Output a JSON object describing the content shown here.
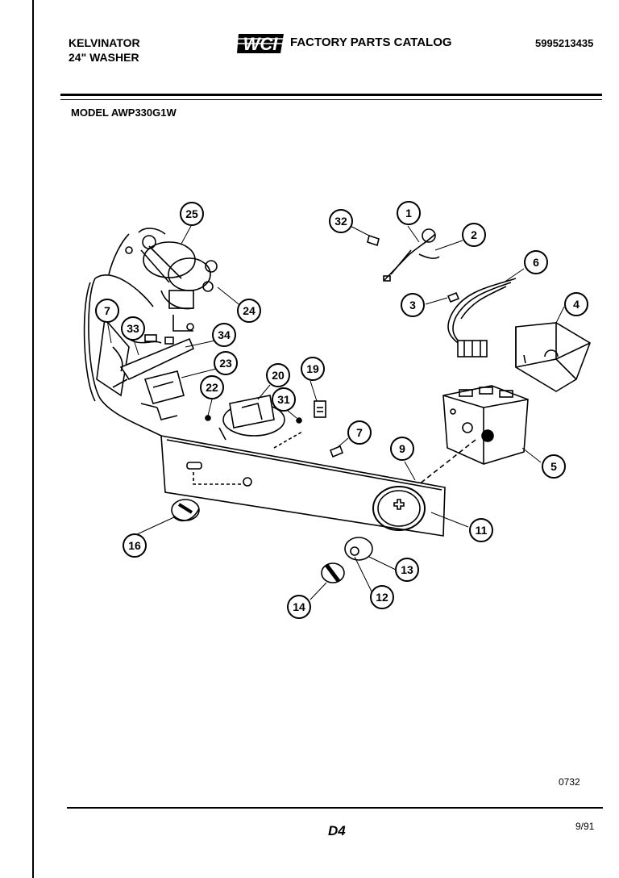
{
  "header": {
    "brand": "KELVINATOR",
    "product": "24\" WASHER",
    "catalog_title": "FACTORY PARTS CATALOG",
    "catalog_number": "5995213435",
    "logo_text": "WCI"
  },
  "model": "MODEL AWP330G1W",
  "footer": {
    "diagram_code": "0732",
    "page": "D4",
    "date": "9/91"
  },
  "callouts": [
    "1",
    "2",
    "3",
    "4",
    "5",
    "6",
    "7",
    "7",
    "9",
    "11",
    "12",
    "13",
    "14",
    "16",
    "19",
    "20",
    "22",
    "23",
    "24",
    "25",
    "31",
    "32",
    "33",
    "34"
  ]
}
